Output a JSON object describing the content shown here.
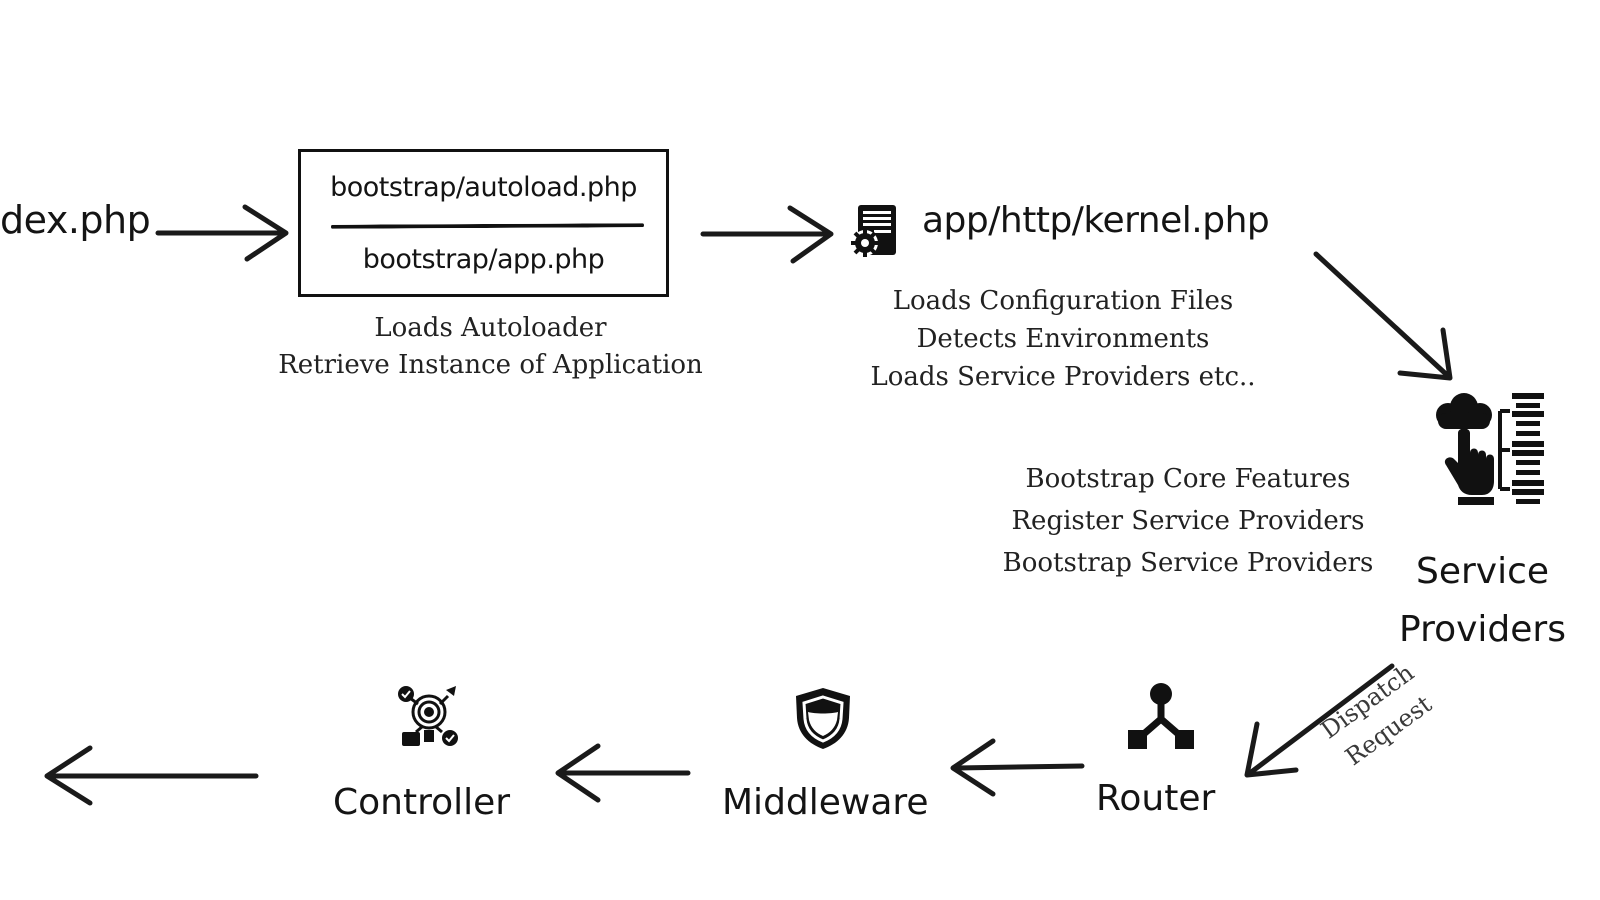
{
  "nodes": {
    "index": {
      "label": "dex.php"
    },
    "bootstrap": {
      "autoload": "bootstrap/autoload.php",
      "app": "bootstrap/app.php",
      "desc": [
        "Loads Autoloader",
        "Retrieve Instance of Application"
      ]
    },
    "kernel": {
      "label": "app/http/kernel.php",
      "icon": "server-gear-icon",
      "desc": [
        "Loads Configuration Files",
        "Detects Environments",
        "Loads Service Providers etc.."
      ]
    },
    "service_providers": {
      "label": [
        "Service",
        "Providers"
      ],
      "icon": "cloud-hand-hierarchy-icon",
      "desc": [
        "Bootstrap Core Features",
        "Register Service Providers",
        "Bootstrap Service Providers"
      ]
    },
    "router": {
      "label": "Router",
      "icon": "router-branch-icon"
    },
    "middleware": {
      "label": "Middleware",
      "icon": "shield-icon"
    },
    "controller": {
      "label": "Controller",
      "icon": "target-process-icon"
    }
  },
  "edges": {
    "dispatch": [
      "Dispatch",
      "Request"
    ]
  },
  "colors": {
    "ink": "#111111",
    "background": "#ffffff",
    "desc_text": "#222222"
  }
}
